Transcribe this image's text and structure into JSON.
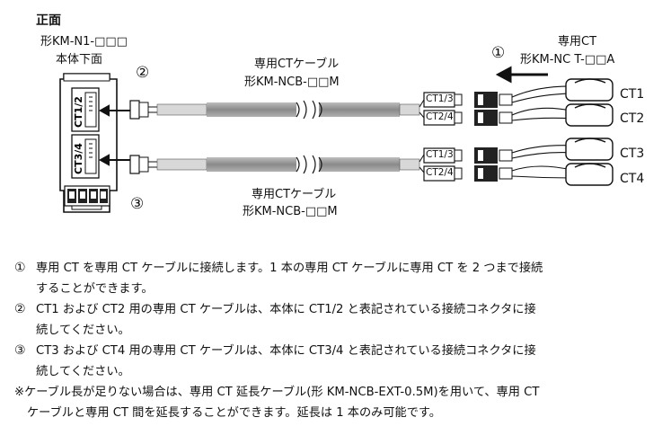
{
  "section_title": "正面",
  "main_unit": {
    "model": "形KM-N1-□□□",
    "label": "本体下面",
    "ports": [
      "CT1/2",
      "CT3/4"
    ]
  },
  "ct_sensor": {
    "title": "専用CT",
    "model": "形KM-NC T-□□A",
    "labels": [
      "CT1",
      "CT2",
      "CT3",
      "CT4"
    ]
  },
  "cable": {
    "title": "専用CTケーブル",
    "model": "形KM-NCB-□□M",
    "connector_labels": [
      "CT1/3",
      "CT2/4",
      "CT1/3",
      "CT2/4"
    ]
  },
  "callouts": [
    "①",
    "②",
    "③"
  ],
  "notes": [
    {
      "marker": "①",
      "line1": "専用 CT を専用 CT ケーブルに接続します。1 本の専用 CT ケーブルに専用 CT を 2 つまで接続",
      "line2": "することができます。"
    },
    {
      "marker": "②",
      "line1": "CT1 および CT2 用の専用 CT ケーブルは、本体に CT1/2 と表記されている接続コネクタに接",
      "line2": "続してください。"
    },
    {
      "marker": "③",
      "line1": "CT3 および CT4 用の専用 CT ケーブルは、本体に CT3/4 と表記されている接続コネクタに接",
      "line2": "続してください。"
    },
    {
      "marker": "※",
      "line1": "ケーブル長が足りない場合は、専用 CT 延長ケーブル(形 KM-NCB-EXT-0.5M)を用いて、専用 CT",
      "line2": "ケーブルと専用 CT 間を延長することができます。延長は 1 本のみ可能です。"
    }
  ]
}
